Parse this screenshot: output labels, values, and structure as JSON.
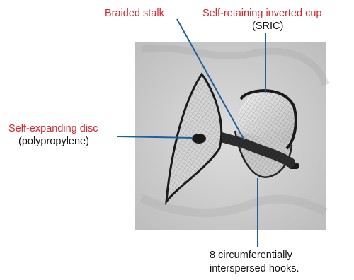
{
  "labels": {
    "braided_stalk": "Braided stalk",
    "sric_title": "Self-retaining inverted cup",
    "sric_abbrev": "(SRIC)",
    "disc_title": "Self-expanding disc",
    "disc_material": "(polypropylene)",
    "hooks_line1": "8 circumferentially",
    "hooks_line2": "interspersed hooks."
  },
  "colors": {
    "title_red": "#d9262b",
    "leader_blue": "#1f5f9a",
    "text_black": "#111111"
  }
}
